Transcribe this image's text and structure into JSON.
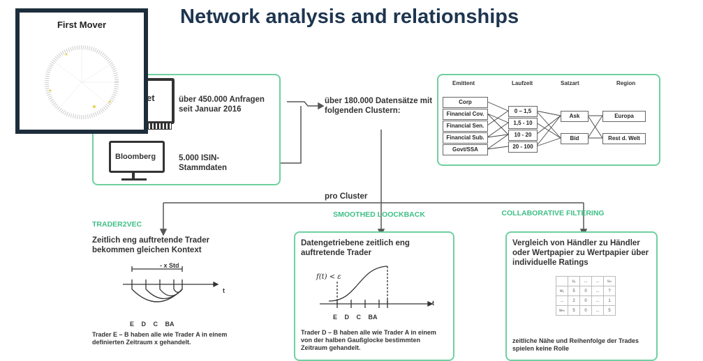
{
  "title": "Network analysis and relationships",
  "thumbnail": {
    "label": "First Mover"
  },
  "sources": {
    "terminal_partial": "et",
    "requests_text": "über 450.000 Anfragen seit Januar 2016",
    "bloomberg_label": "Bloomberg",
    "isin_text": "5.000 ISIN-Stammdaten"
  },
  "records_text": "über 180.000 Datensätze mit folgenden Clustern:",
  "clusters": {
    "headers": [
      "Emittent",
      "Laufzeit",
      "Satzart",
      "Region"
    ],
    "emittent": [
      "Corp",
      "Financial Cov.",
      "Financial Sen.",
      "Financial Sub.",
      "Govt/SSA"
    ],
    "laufzeit": [
      "0 – 1,5",
      "1,5 - 10",
      "10 - 20",
      "20 - 100"
    ],
    "satzart": [
      "Ask",
      "Bid"
    ],
    "region": [
      "Europa",
      "Rest d. Welt"
    ]
  },
  "pro_cluster": "pro Cluster",
  "methods": [
    {
      "name": "TRADER2VEC",
      "description": "Zeitlich eng auftretende Trader bekommen gleichen Kontext",
      "std_label": "- x Std",
      "axis_t": "t",
      "axis_labels": "E D C BA",
      "footer": "Trader E – B haben alle wie Trader A in einem definierten Zeitraum x gehandelt."
    },
    {
      "name": "SMOOTHED LOOCKBACK",
      "description": "Datengetriebene zeitlich eng auftretende Trader",
      "formula": "f(t) < ε",
      "axis_t": "t",
      "axis_labels": "E D C BA",
      "footer": "Trader D – B haben alle wie Trader A in einem von der halben Gaußglocke bestimmten Zeitraum gehandelt."
    },
    {
      "name": "COLLABORATIVE FILTERING",
      "description": "Vergleich von Händler zu Händler oder Wertpapier zu Wertpapier über individuelle Ratings",
      "matrix": [
        [
          "",
          "u₁",
          "...",
          "...",
          "uₙ"
        ],
        [
          "w₁",
          "5",
          "0",
          "...",
          "?"
        ],
        [
          "...",
          "2",
          "0",
          "...",
          "1"
        ],
        [
          "wₘ",
          "5",
          "0",
          "...",
          "5"
        ]
      ],
      "footer": "zeitliche Nähe und Reihenfolge der Trades spielen keine Rolle"
    }
  ]
}
